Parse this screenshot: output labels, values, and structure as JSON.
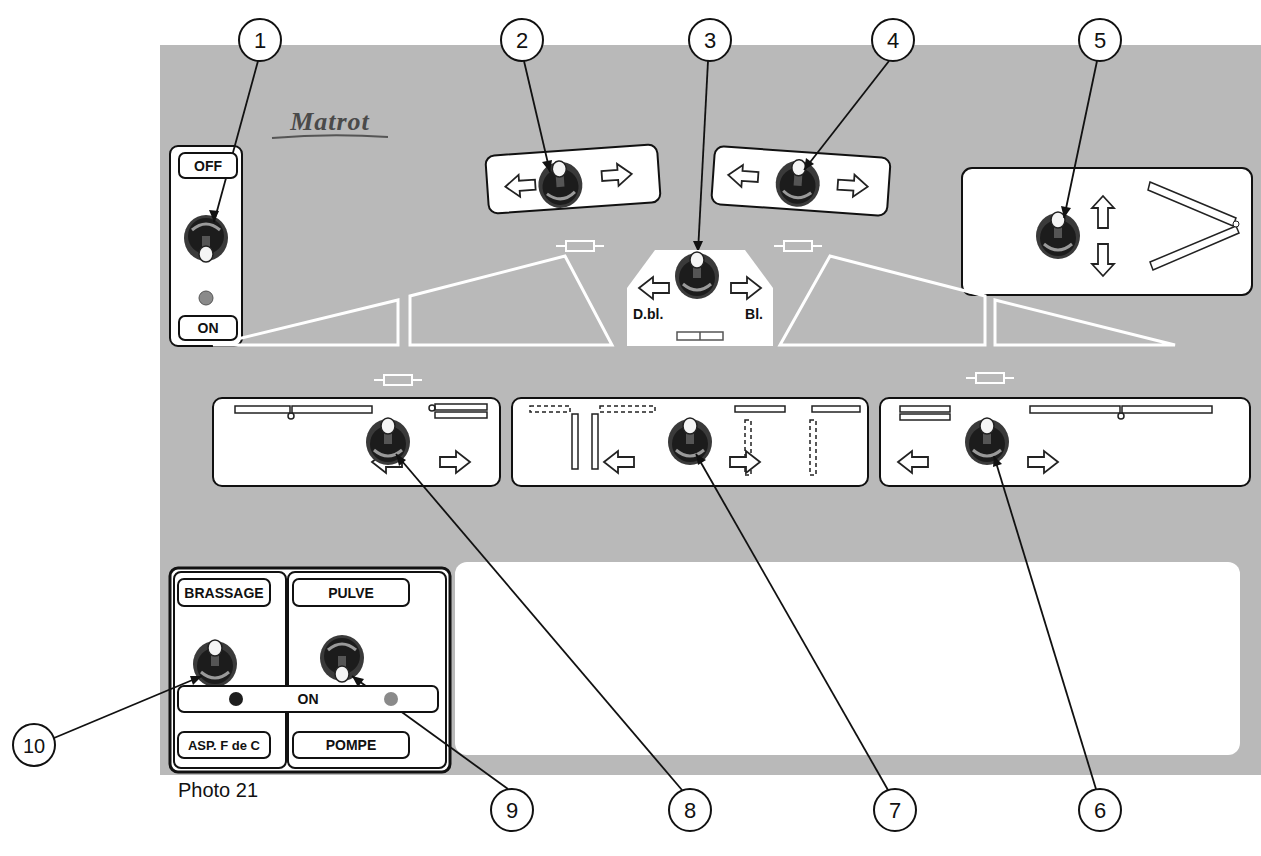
{
  "diagram": {
    "nodes": [
      {
        "text": [
          "OFF"
        ]
      },
      {
        "text": [
          "ON"
        ]
      },
      {
        "text": [
          "D.bl.",
          "Bl."
        ]
      },
      {
        "text": [
          "BRASSAGE"
        ]
      },
      {
        "text": [
          "PULVE"
        ]
      },
      {
        "text": [
          "ON"
        ]
      },
      {
        "text": [
          "ASP. F de C"
        ]
      },
      {
        "text": [
          "POMPE"
        ]
      }
    ],
    "labels": [
      "1",
      "2",
      "3",
      "4",
      "5",
      "Matrot",
      "10",
      "9",
      "8",
      "7",
      "6",
      "Photo 21"
    ]
  }
}
